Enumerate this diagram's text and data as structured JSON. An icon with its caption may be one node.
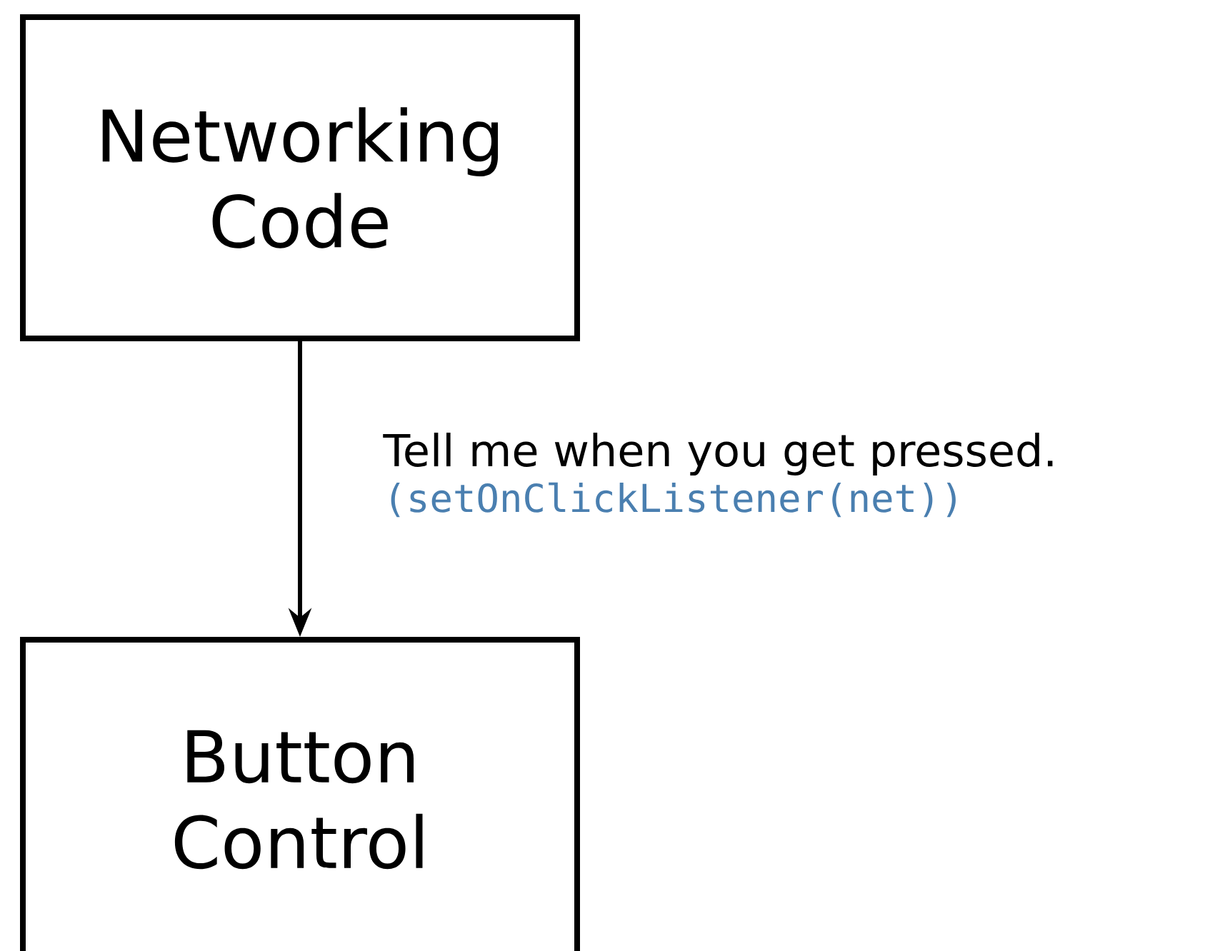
{
  "diagram": {
    "nodes": [
      {
        "text": [
          "Networking Code"
        ]
      },
      {
        "text": [
          "Button Control"
        ]
      }
    ],
    "edges": [
      {
        "from": 0,
        "to": 1,
        "arrow": "to",
        "label": "Tell me when you get pressed."
      }
    ],
    "labels": [
      "(setOnClickListener(net))"
    ]
  }
}
